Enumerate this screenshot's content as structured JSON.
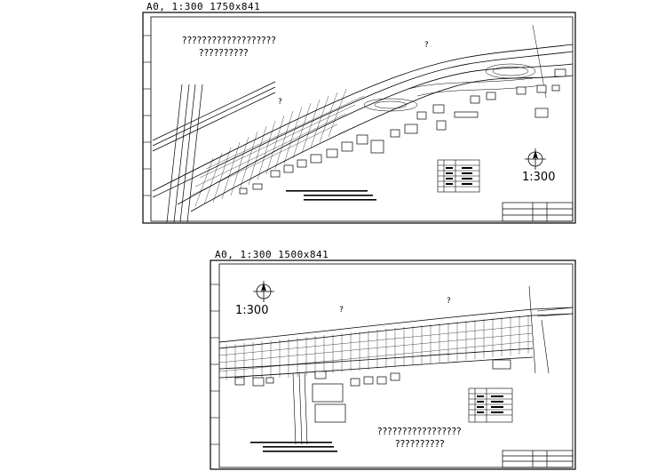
{
  "top_drawing": {
    "title": "A0, 1:300   1750x841",
    "scale_label": "1:300",
    "heading_line1": "???????????????????",
    "heading_line2": "??????????",
    "question_marks": [
      "?",
      "?"
    ]
  },
  "bottom_drawing": {
    "title": "A0, 1:300   1500x841",
    "scale_label": "1:300",
    "heading_line1": "?????????????????",
    "heading_line2": "??????????",
    "question_marks": [
      "?",
      "?"
    ]
  }
}
